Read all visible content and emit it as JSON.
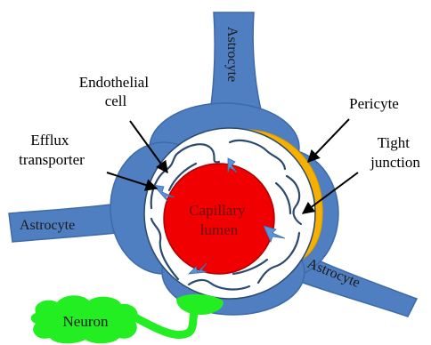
{
  "labels": {
    "endothelial_line1": "Endothelial",
    "endothelial_line2": "cell",
    "efflux_line1": "Efflux",
    "efflux_line2": "transporter",
    "pericyte": "Pericyte",
    "tight_line1": "Tight",
    "tight_line2": "junction",
    "capillary_line1": "Capillary",
    "capillary_line2": "lumen",
    "astrocyte_top": "Astrocyte",
    "astrocyte_left": "Astrocyte",
    "astrocyte_right": "Astrocyte",
    "neuron": "Neuron"
  },
  "colors": {
    "astrocyte": "#4f7fc0",
    "astrocyte_edge": "#3e6aa8",
    "pericyte": "#f5b000",
    "lumen": "#f00000",
    "lumen_edge": "#b00000",
    "membrane": "#2c4a70",
    "transporter": "#5b93d6",
    "neuron": "#22ee22"
  }
}
